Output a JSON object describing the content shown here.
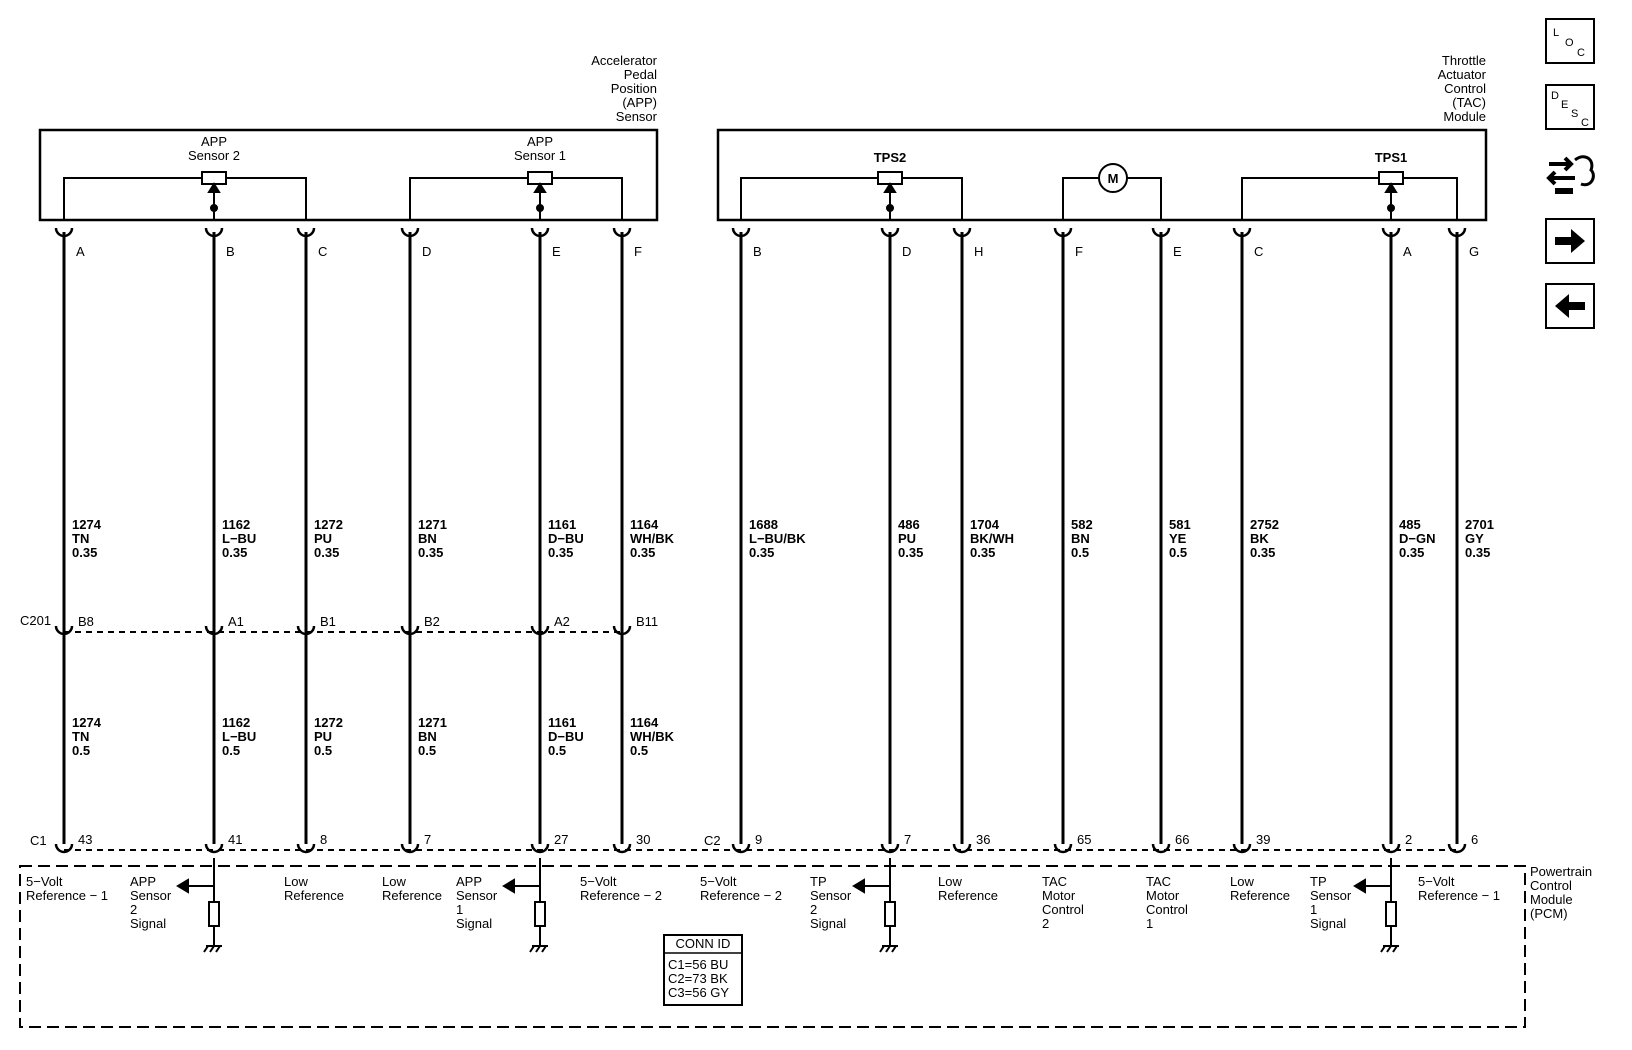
{
  "components": {
    "app_sensor": {
      "lines": [
        "Accelerator",
        "Pedal",
        "Position",
        "(APP)",
        "Sensor"
      ]
    },
    "app_sensor2": [
      "APP",
      "Sensor 2"
    ],
    "app_sensor1": [
      "APP",
      "Sensor 1"
    ],
    "tac_module": {
      "lines": [
        "Throttle",
        "Actuator",
        "Control",
        "(TAC)",
        "Module"
      ]
    },
    "tps2": "TPS2",
    "tps1": "TPS1",
    "motor": "M",
    "pcm": {
      "lines": [
        "Powertrain",
        "Control",
        "Module",
        "(PCM)"
      ]
    }
  },
  "connectors": {
    "c201": "C201",
    "c1": "C1",
    "c2": "C2",
    "conn_id": {
      "title": "CONN ID",
      "lines": [
        "C1=56 BU",
        "C2=73 BK",
        "C3=56 GY"
      ]
    }
  },
  "wires": [
    {
      "pin": "A",
      "c201_pin": "B8",
      "pcm_pin": "43",
      "upper": [
        "1274",
        "TN",
        "0.35"
      ],
      "lower": [
        "1274",
        "TN",
        "0.5"
      ],
      "function": [
        "5−Volt",
        "Reference − 1"
      ]
    },
    {
      "pin": "B",
      "c201_pin": "A1",
      "pcm_pin": "41",
      "upper": [
        "1162",
        "L−BU",
        "0.35"
      ],
      "lower": [
        "1162",
        "L−BU",
        "0.5"
      ],
      "function": [
        "APP",
        "Sensor",
        "2",
        "Signal"
      ]
    },
    {
      "pin": "C",
      "c201_pin": "B1",
      "pcm_pin": "8",
      "upper": [
        "1272",
        "PU",
        "0.35"
      ],
      "lower": [
        "1272",
        "PU",
        "0.5"
      ],
      "function": [
        "Low",
        "Reference"
      ]
    },
    {
      "pin": "D",
      "c201_pin": "B2",
      "pcm_pin": "7",
      "upper": [
        "1271",
        "BN",
        "0.35"
      ],
      "lower": [
        "1271",
        "BN",
        "0.5"
      ],
      "function": [
        "Low",
        "Reference"
      ]
    },
    {
      "pin": "E",
      "c201_pin": "A2",
      "pcm_pin": "27",
      "upper": [
        "1161",
        "D−BU",
        "0.35"
      ],
      "lower": [
        "1161",
        "D−BU",
        "0.5"
      ],
      "function": [
        "APP",
        "Sensor",
        "1",
        "Signal"
      ]
    },
    {
      "pin": "F",
      "c201_pin": "B11",
      "pcm_pin": "30",
      "upper": [
        "1164",
        "WH/BK",
        "0.35"
      ],
      "lower": [
        "1164",
        "WH/BK",
        "0.5"
      ],
      "function": [
        "5−Volt",
        "Reference − 2"
      ]
    },
    {
      "pin": "B",
      "pcm_pin": "9",
      "upper": [
        "1688",
        "L−BU/BK",
        "0.35"
      ],
      "function": [
        "5−Volt",
        "Reference − 2"
      ]
    },
    {
      "pin": "D",
      "pcm_pin": "7",
      "upper": [
        "486",
        "PU",
        "0.35"
      ],
      "function": [
        "TP",
        "Sensor",
        "2",
        "Signal"
      ]
    },
    {
      "pin": "H",
      "pcm_pin": "36",
      "upper": [
        "1704",
        "BK/WH",
        "0.35"
      ],
      "function": [
        "Low",
        "Reference"
      ]
    },
    {
      "pin": "F",
      "pcm_pin": "65",
      "upper": [
        "582",
        "BN",
        "0.5"
      ],
      "function": [
        "TAC",
        "Motor",
        "Control",
        "2"
      ]
    },
    {
      "pin": "E",
      "pcm_pin": "66",
      "upper": [
        "581",
        "YE",
        "0.5"
      ],
      "function": [
        "TAC",
        "Motor",
        "Control",
        "1"
      ]
    },
    {
      "pin": "C",
      "pcm_pin": "39",
      "upper": [
        "2752",
        "BK",
        "0.35"
      ],
      "function": [
        "Low",
        "Reference"
      ]
    },
    {
      "pin": "A",
      "pcm_pin": "2",
      "upper": [
        "485",
        "D−GN",
        "0.35"
      ],
      "function": [
        "TP",
        "Sensor",
        "1",
        "Signal"
      ]
    },
    {
      "pin": "G",
      "pcm_pin": "6",
      "upper": [
        "2701",
        "GY",
        "0.35"
      ],
      "function": [
        "5−Volt",
        "Reference − 1"
      ]
    }
  ],
  "nav": {
    "loc": [
      "L",
      "O",
      "C"
    ],
    "desc": [
      "D",
      "E",
      "S",
      "C"
    ],
    "icons": [
      "loc-icon",
      "desc-icon",
      "harness-icon",
      "next-arrow-icon",
      "previous-arrow-icon"
    ]
  }
}
